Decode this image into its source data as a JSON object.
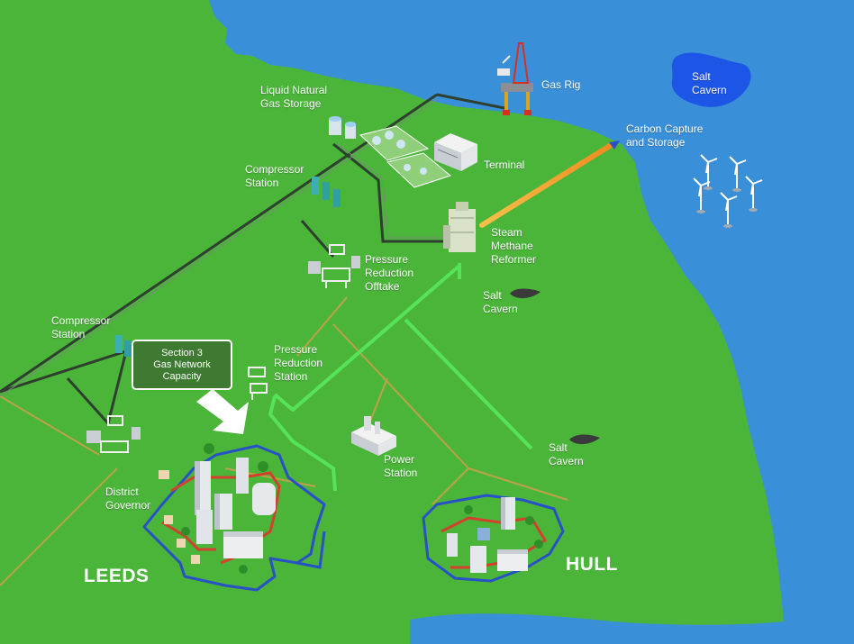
{
  "labels": {
    "gas_rig": "Gas Rig",
    "salt_cavern_sea": [
      "Salt",
      "Cavern"
    ],
    "lng_storage": [
      "Liquid Natural",
      "Gas Storage"
    ],
    "carbon_capture": [
      "Carbon Capture",
      "and Storage"
    ],
    "terminal": "Terminal",
    "compressor_north": [
      "Compressor",
      "Station"
    ],
    "steam_methane_reformer": [
      "Steam",
      "Methane",
      "Reformer"
    ],
    "pressure_reduction_offtake": [
      "Pressure",
      "Reduction",
      "Offtake"
    ],
    "salt_cavern_mid": [
      "Salt",
      "Cavern"
    ],
    "compressor_west": [
      "Compressor",
      "Station"
    ],
    "pressure_reduction_station": [
      "Pressure",
      "Reduction",
      "Station"
    ],
    "salt_cavern_south": [
      "Salt",
      "Cavern"
    ],
    "power_station": [
      "Power",
      "Station"
    ],
    "district_governor": [
      "District",
      "Governor"
    ]
  },
  "callout": [
    "Section 3",
    "Gas Network",
    "Capacity"
  ],
  "cities": {
    "leeds": "LEEDS",
    "hull": "HULL"
  },
  "colors": {
    "land": "#4bb53a",
    "sea": "#3a8fd9",
    "hydrogen_pipe": "#56e35a",
    "gas_pipe": "#2f3f2f",
    "local_pipe": "#c8a14a",
    "co2_pipe": "#f39a2c",
    "network_blue": "#2850c8",
    "network_red": "#d2412e",
    "callout_bg": "#3e7a32"
  },
  "icons": [
    "gas-rig-icon",
    "salt-cavern-icon",
    "lng-tank-icon",
    "terminal-icon",
    "compressor-icon",
    "reformer-icon",
    "pressure-reduction-icon",
    "power-station-icon",
    "district-governor-icon",
    "wind-turbine-icon",
    "city-buildings-icon",
    "arrow-icon"
  ]
}
